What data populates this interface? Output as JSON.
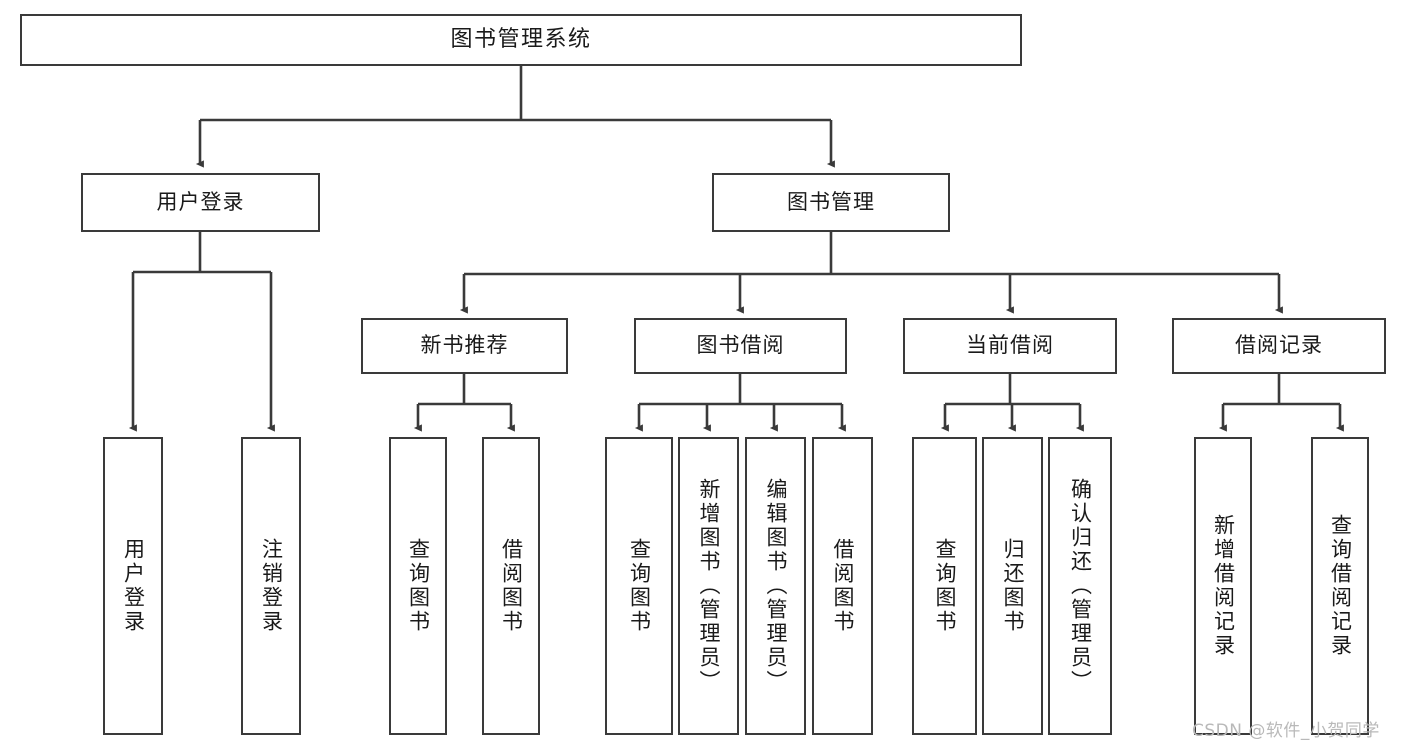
{
  "diagram": {
    "title": "图书管理系统",
    "type": "tree",
    "watermark": "CSDN @软件_小贺同学",
    "colors": {
      "box_border": "#3a3a3a",
      "box_fill": "#ffffff",
      "connector": "#3a3a3a",
      "text": "#1a1a1a",
      "watermark": "#b9b9b9",
      "background": "#ffffff"
    },
    "nodes": {
      "root": {
        "label": "图书管理系统"
      },
      "level1": [
        {
          "id": "user-login",
          "label": "用户登录"
        },
        {
          "id": "book-manage",
          "label": "图书管理"
        }
      ],
      "level2": [
        {
          "id": "new-book-recommend",
          "label": "新书推荐"
        },
        {
          "id": "book-borrow",
          "label": "图书借阅"
        },
        {
          "id": "current-borrow",
          "label": "当前借阅"
        },
        {
          "id": "borrow-record",
          "label": "借阅记录"
        }
      ],
      "leaves": {
        "user_login": [
          {
            "id": "leaf-user-login",
            "label": "用户登录"
          },
          {
            "id": "leaf-logout-login",
            "label": "注销登录"
          }
        ],
        "new_book_recommend": [
          {
            "id": "leaf-query-book-1",
            "label": "查询图书"
          },
          {
            "id": "leaf-borrow-book-1",
            "label": "借阅图书"
          }
        ],
        "book_borrow": [
          {
            "id": "leaf-query-book-2",
            "label": "查询图书"
          },
          {
            "id": "leaf-add-book",
            "label": "新增图书（管理员）"
          },
          {
            "id": "leaf-edit-book",
            "label": "编辑图书（管理员）"
          },
          {
            "id": "leaf-borrow-book-2",
            "label": "借阅图书"
          }
        ],
        "current_borrow": [
          {
            "id": "leaf-query-book-3",
            "label": "查询图书"
          },
          {
            "id": "leaf-return-book",
            "label": "归还图书"
          },
          {
            "id": "leaf-confirm-return",
            "label": "确认归还（管理员）"
          }
        ],
        "borrow_record": [
          {
            "id": "leaf-add-borrow-record",
            "label": "新增借阅记录"
          },
          {
            "id": "leaf-query-borrow-record",
            "label": "查询借阅记录"
          }
        ]
      }
    }
  }
}
